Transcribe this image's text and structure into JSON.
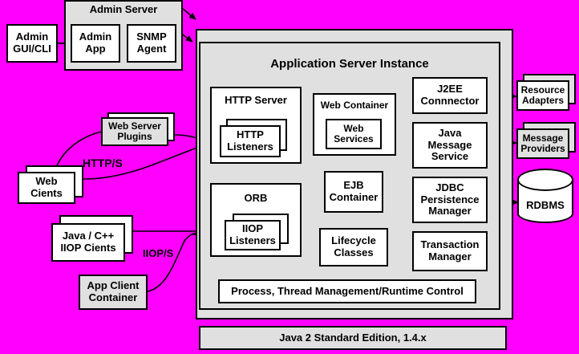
{
  "diagram": {
    "title": "Application Server Instance",
    "background_color": "#ff00ff",
    "panel_color": "#e0e0e0",
    "box_color": "#ffffff",
    "line_color": "#000000"
  },
  "admin_server": {
    "title": "Admin Server",
    "items": [
      {
        "label": "Admin\nApp"
      },
      {
        "label": "SNMP\nAgent"
      }
    ]
  },
  "clients": {
    "admin_gui": "Admin\nGUI/CLI",
    "web_server_plugins": "Web Server\nPlugins",
    "web_clients": "Web\nCients",
    "iiop_clients": "Java / C++\nIIOP Cients",
    "app_client_container": "App Client\nContainer"
  },
  "protocols": {
    "http": "HTTP/S",
    "iiop": "IIOP/S"
  },
  "app_server": {
    "title": "Application Server Instance",
    "http_server": {
      "label": "HTTP Server",
      "inner": "HTTP\nListeners"
    },
    "orb": {
      "label": "ORB",
      "inner": "IIOP\nListeners"
    },
    "web_container": {
      "label": "Web Container",
      "inner": "Web\nServices"
    },
    "middle_boxes": [
      {
        "label": "EJB\nContainer"
      },
      {
        "label": "Lifecycle\nClasses"
      }
    ],
    "services": [
      {
        "label": "J2EE\nConnnector"
      },
      {
        "label": "Java\nMessage\nService"
      },
      {
        "label": "JDBC\nPersistence\nManager"
      },
      {
        "label": "Transaction\nManager"
      }
    ],
    "runtime_bar": "Process, Thread Management/Runtime Control"
  },
  "backends": {
    "resource_adapters": "Resource\nAdapters",
    "message_providers": "Message\nProviders",
    "rdbms": "RDBMS"
  },
  "platform": {
    "label": "Java 2 Standard Edition, 1.4.x"
  }
}
